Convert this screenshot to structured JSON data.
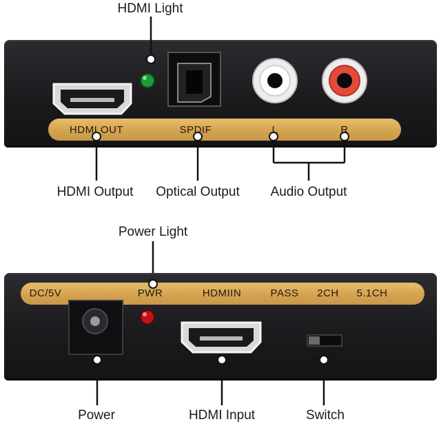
{
  "top_unit": {
    "callout_top": "HDMI Light",
    "strip_labels": {
      "hdmi_out": "HDMI OUT",
      "spdif": "SPDIF",
      "left": "L",
      "right": "R"
    },
    "callouts": {
      "hdmi_output": "HDMI Output",
      "optical_output": "Optical Output",
      "audio_output": "Audio Output"
    }
  },
  "bottom_unit": {
    "callout_top": "Power Light",
    "strip_labels": {
      "dc": "DC/5V",
      "pwr": "PWR",
      "hdmi_in": "HDMIIN",
      "pass": "PASS",
      "ch2": "2CH",
      "ch51": "5.1CH"
    },
    "callouts": {
      "power": "Power",
      "hdmi_input": "HDMI Input",
      "switch": "Switch"
    }
  },
  "colors": {
    "body": "#1b1b1e",
    "strip": "#d6a552",
    "hdmi_led": "#1f9a3a",
    "power_led": "#c0121a",
    "rca_left": "#f2f2f2",
    "rca_right": "#e24a3a"
  }
}
